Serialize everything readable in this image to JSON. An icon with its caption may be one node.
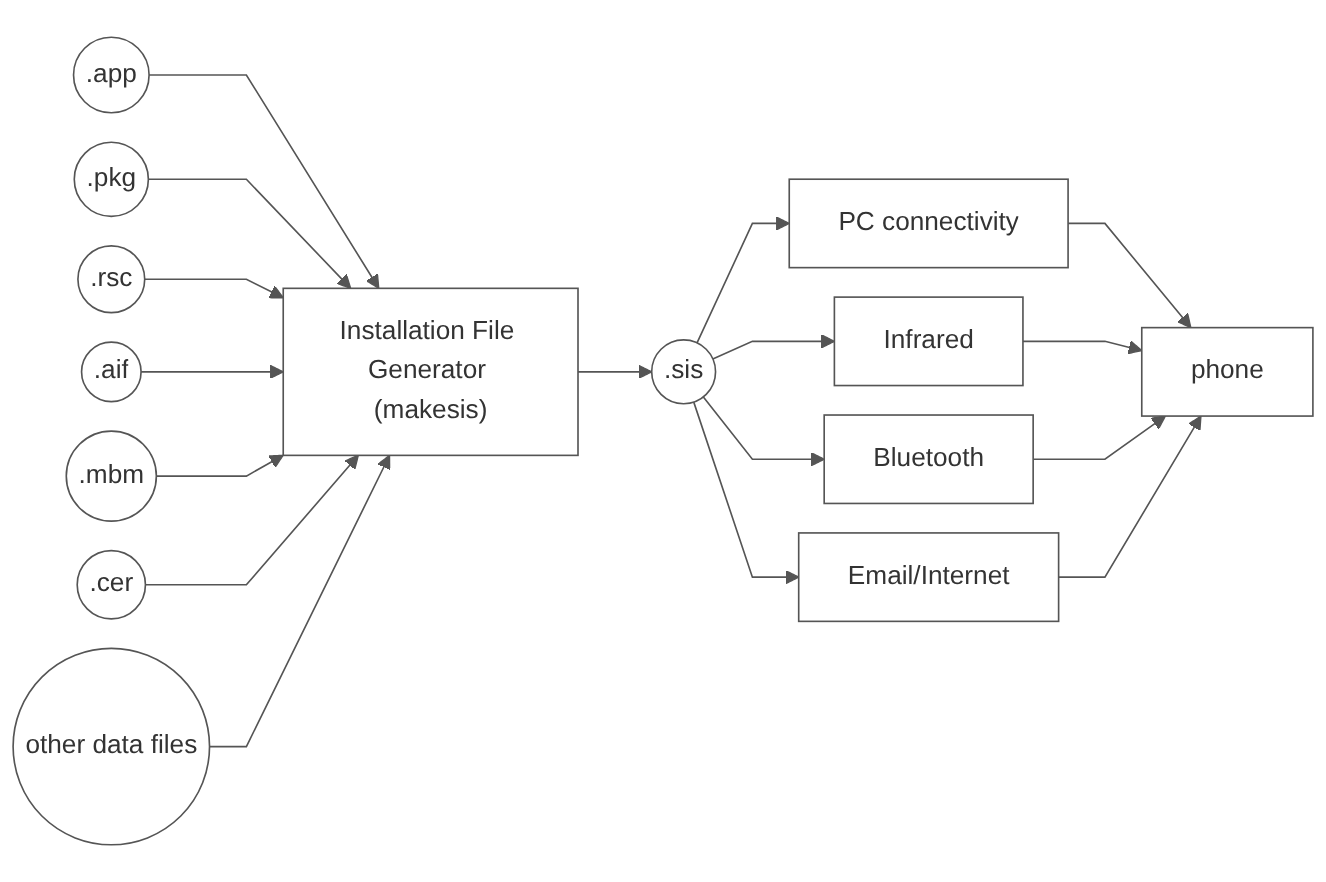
{
  "diagram": {
    "nodes": [
      {
        "text": [
          ".app"
        ]
      },
      {
        "text": [
          ".pkg"
        ]
      },
      {
        "text": [
          ".rsc"
        ]
      },
      {
        "text": [
          ".aif"
        ]
      },
      {
        "text": [
          ".mbm"
        ]
      },
      {
        "text": [
          ".cer"
        ]
      },
      {
        "text": [
          "other data files"
        ]
      },
      {
        "text": [
          "Installation File Generator (makesis)"
        ]
      },
      {
        "text": [
          ".sis"
        ]
      },
      {
        "text": [
          "phone"
        ]
      },
      {
        "text": [
          "PC connectivity"
        ]
      },
      {
        "text": [
          "Infrared"
        ]
      },
      {
        "text": [
          "Bluetooth"
        ]
      },
      {
        "text": [
          "Email/Internet"
        ]
      }
    ],
    "edges": [
      {
        "from": 0,
        "to": 7,
        "arrow": "to"
      },
      {
        "from": 1,
        "to": 7,
        "arrow": "to"
      },
      {
        "from": 2,
        "to": 7,
        "arrow": "to"
      },
      {
        "from": 3,
        "to": 7,
        "arrow": "to"
      },
      {
        "from": 4,
        "to": 7,
        "arrow": "to"
      },
      {
        "from": 5,
        "to": 7,
        "arrow": "to"
      },
      {
        "from": 6,
        "to": 7,
        "arrow": "to"
      },
      {
        "from": 7,
        "to": 8,
        "arrow": "to"
      },
      {
        "from": 8,
        "to": 10,
        "arrow": "to"
      },
      {
        "from": 8,
        "to": 11,
        "arrow": "to"
      },
      {
        "from": 8,
        "to": 12,
        "arrow": "to"
      },
      {
        "from": 8,
        "to": 13,
        "arrow": "to"
      },
      {
        "from": 10,
        "to": 9,
        "arrow": "to"
      },
      {
        "from": 11,
        "to": 9,
        "arrow": "to"
      },
      {
        "from": 12,
        "to": 9,
        "arrow": "to"
      },
      {
        "from": 13,
        "to": 9,
        "arrow": "to"
      }
    ]
  }
}
